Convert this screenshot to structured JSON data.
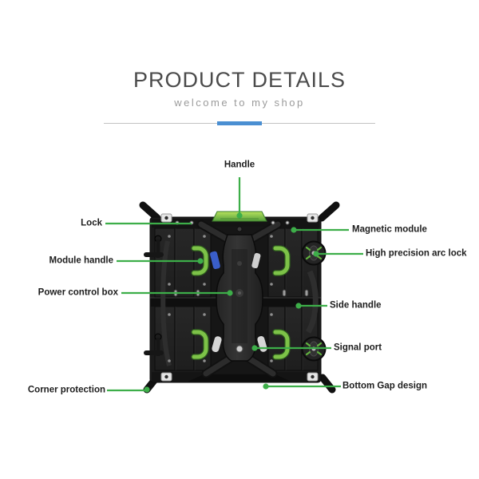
{
  "header": {
    "title": "PRODUCT DETAILS",
    "subtitle": "welcome to my shop",
    "accent_color": "#4a8fd2",
    "divider_color": "#c3c3c3"
  },
  "figure": {
    "subject": "LED display panel cabinet, rear view",
    "callout_color": "#3dae49",
    "handle_green": "#7dc248",
    "panel_color": "#1b1b1b",
    "clip_blue": "#3a5ec9",
    "callouts": {
      "handle": "Handle",
      "lock": "Lock",
      "module_handle": "Module handle",
      "power_control_box": "Power control box",
      "corner_protection": "Corner protection",
      "magnetic_module": "Magnetic module",
      "high_precision_arc_lock": "High precision arc lock",
      "side_handle": "Side handle",
      "signal_port": "Signal port",
      "bottom_gap_design": "Bottom Gap design"
    }
  }
}
